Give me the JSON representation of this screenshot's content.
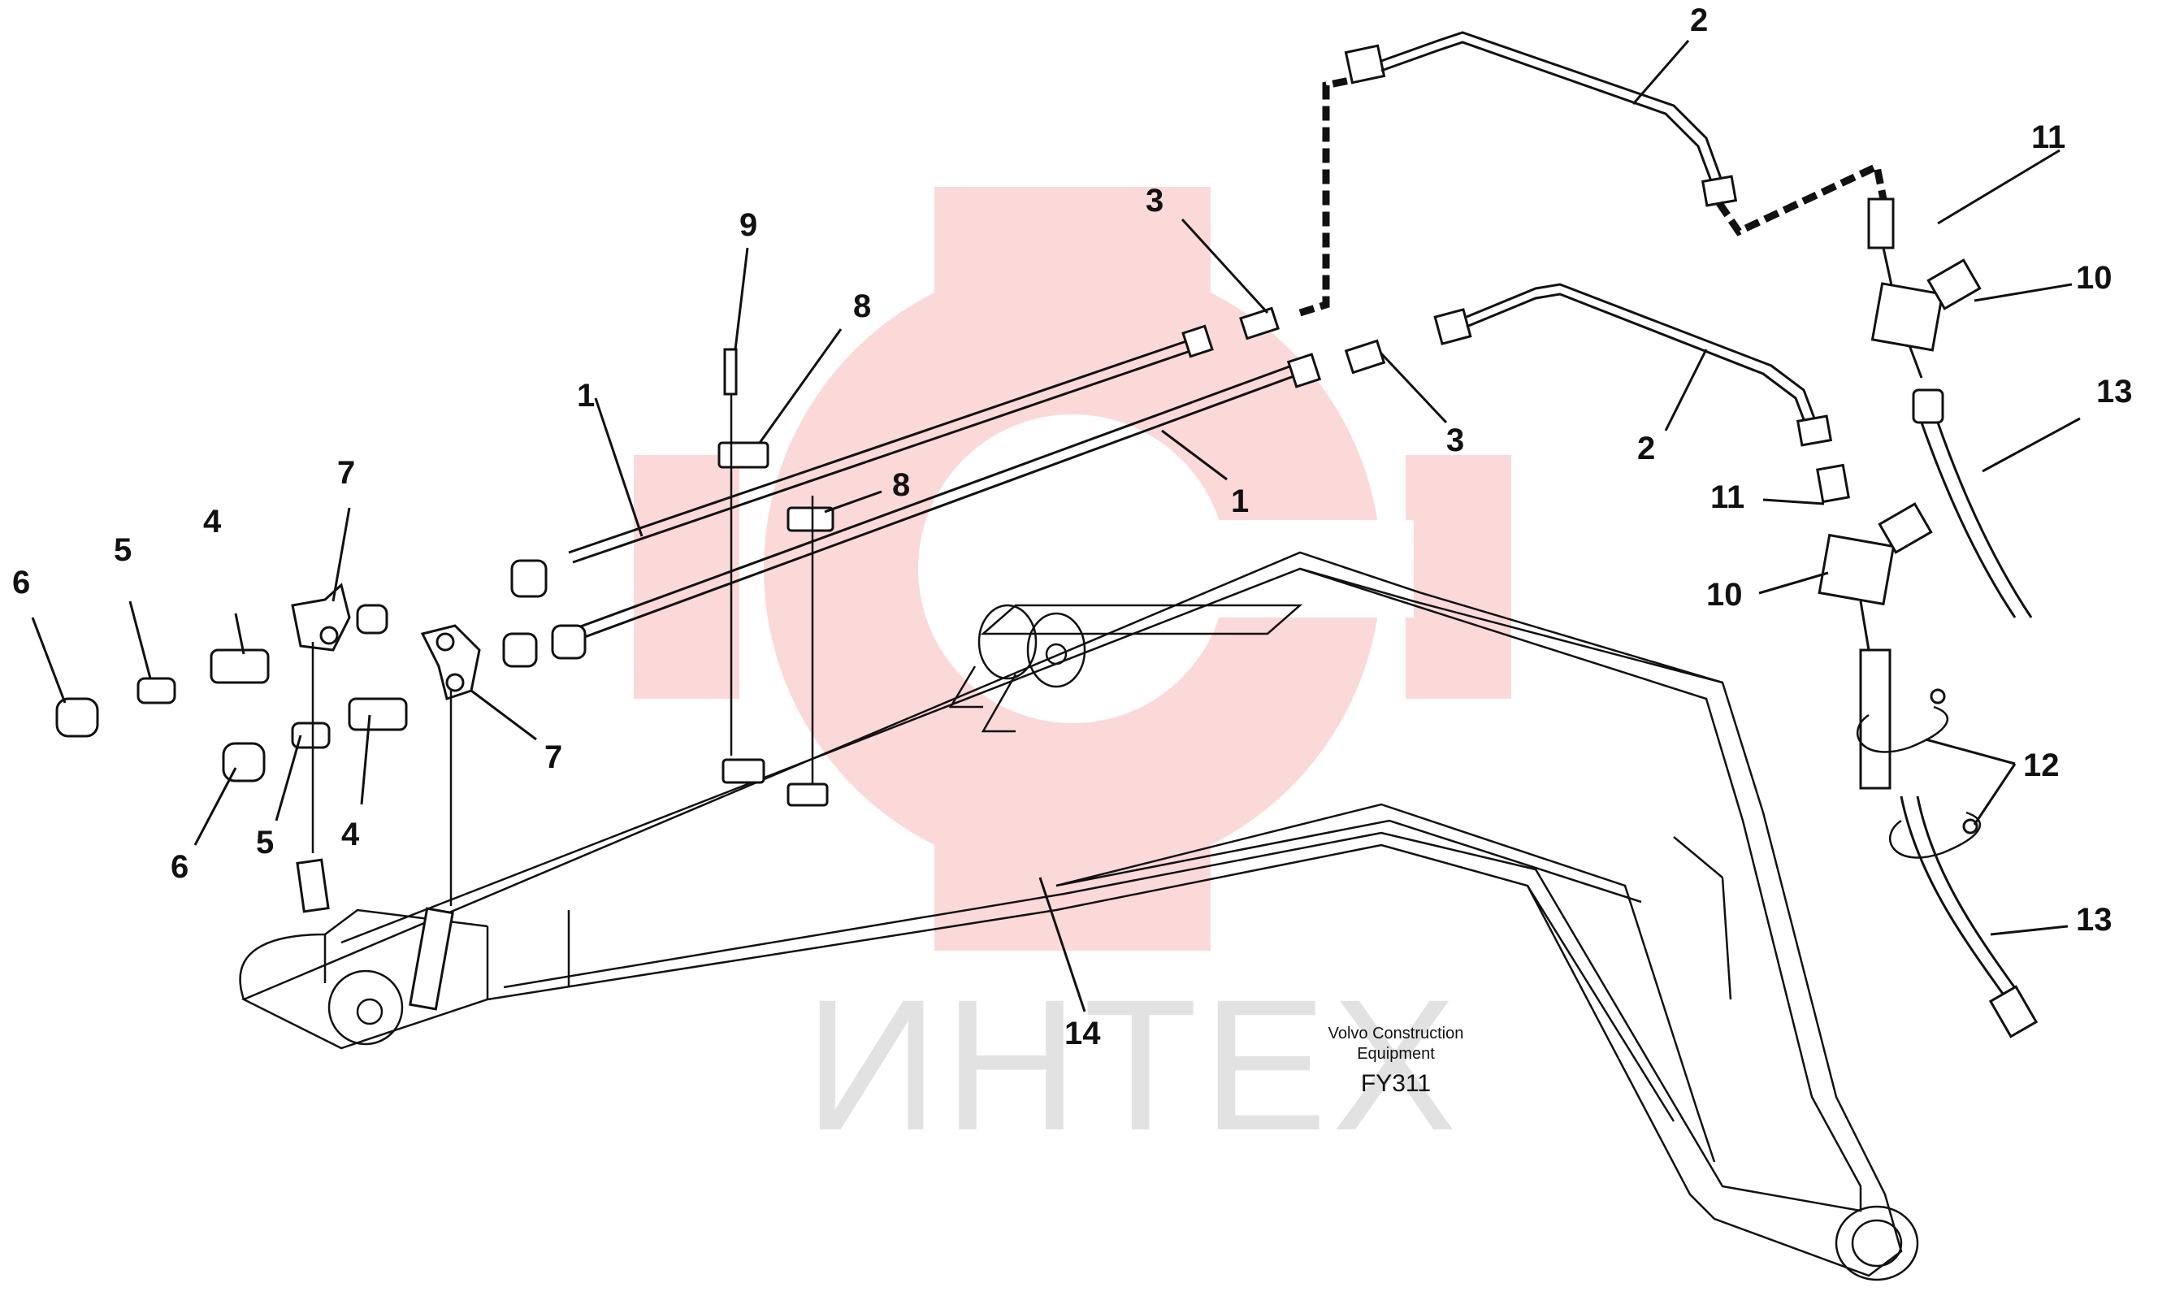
{
  "diagram": {
    "colors": {
      "line": "#111111",
      "watermark_gear": "#fbd9d9",
      "watermark_text": "#e2e2e2"
    },
    "watermark": {
      "text": "ИНТЕХ",
      "icon": "gear-logo-icon"
    },
    "caption": {
      "line1": "Volvo Construction",
      "line2": "Equipment",
      "code": "FY311"
    },
    "callouts": [
      "1",
      "1",
      "2",
      "2",
      "3",
      "3",
      "4",
      "4",
      "5",
      "5",
      "6",
      "6",
      "7",
      "7",
      "8",
      "8",
      "9",
      "10",
      "10",
      "11",
      "11",
      "12",
      "13",
      "13",
      "14"
    ]
  }
}
